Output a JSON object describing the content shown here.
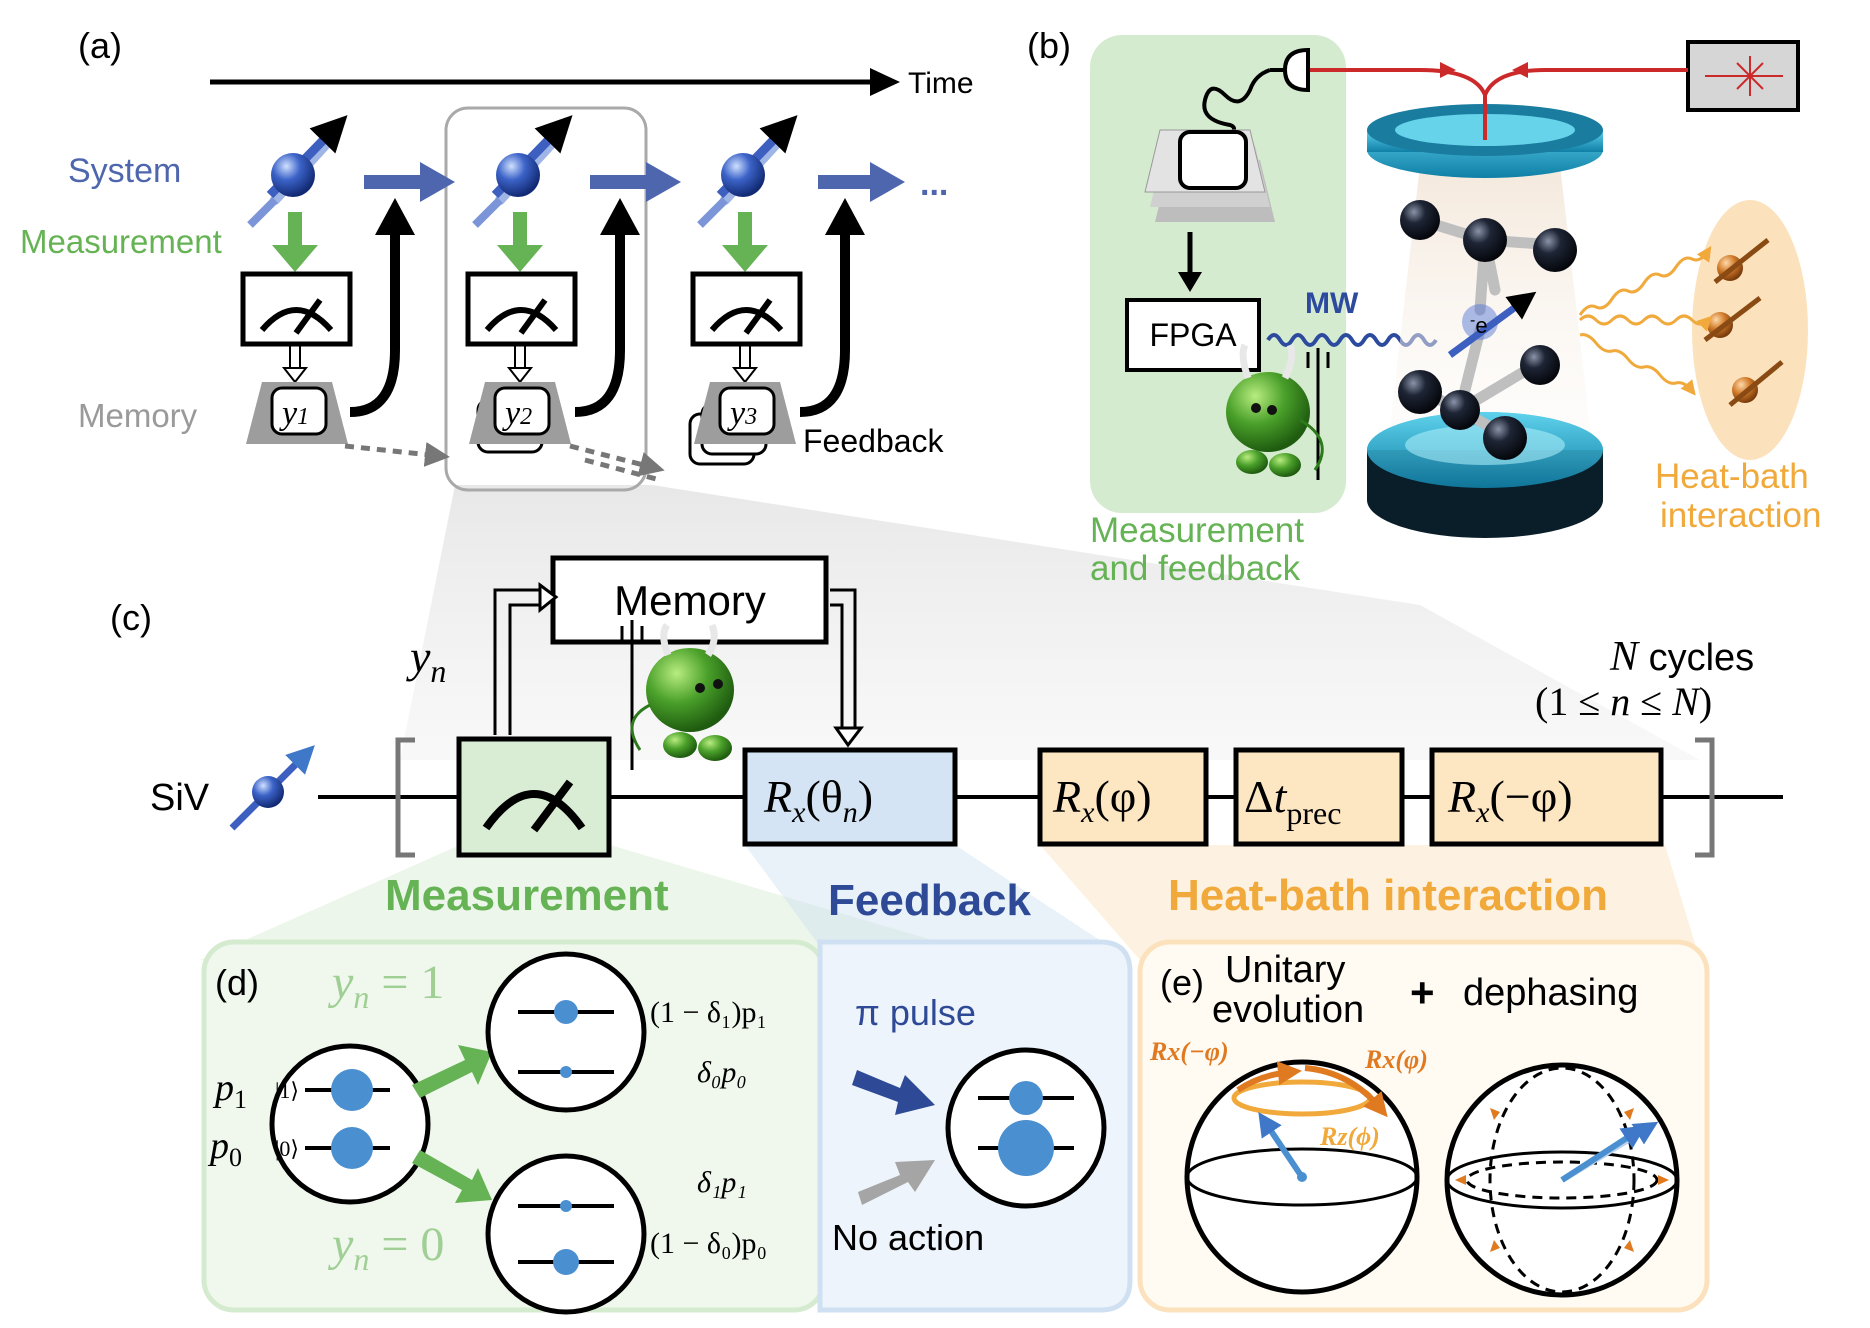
{
  "colors": {
    "blue": "#4e66ad",
    "green": "#66b355",
    "orange": "#f0a93a",
    "gray": "#9a9a9a",
    "red": "#cc2a2a",
    "bubble_blue": "#4a8fd0"
  },
  "panel_a": {
    "tag": "(a)",
    "time_label": "Time",
    "system_label": "System",
    "measurement_label": "Measurement",
    "memory_label": "Memory",
    "feedback_label": "Feedback",
    "ellipsis": "...",
    "y_sub": [
      "1",
      "2",
      "3"
    ]
  },
  "panel_b": {
    "tag": "(b)",
    "fpga_label": "FPGA",
    "mw_label": "MW",
    "electron_label": "e",
    "electron_sup": "-",
    "meas_fb_line1": "Measurement",
    "meas_fb_line2": "and feedback",
    "heatbath_line1": "Heat-bath",
    "heatbath_line2": "interaction"
  },
  "panel_c": {
    "tag": "(c)",
    "memory_box": "Memory",
    "yn_var": "y",
    "yn_sub": "n",
    "siv_label": "SiV",
    "rx_theta": {
      "R": "R",
      "sub": "x",
      "arg": "(θ",
      "arg_sub": "n",
      "close": ")"
    },
    "rx_phi": {
      "R": "R",
      "sub": "x",
      "arg": "(φ)"
    },
    "dt": {
      "delta": "Δ",
      "t": "t",
      "sub": "prec"
    },
    "rx_mphi": {
      "R": "R",
      "sub": "x",
      "arg": "(−φ)"
    },
    "n_cycles_var": "N",
    "n_cycles_word": " cycles",
    "range_open": "(1 ≤ ",
    "range_n": "n",
    "range_le": " ≤ ",
    "range_N": "N",
    "range_close": ")",
    "measurement_header": "Measurement",
    "feedback_header": "Feedback",
    "heatbath_header": "Heat-bath interaction"
  },
  "panel_d": {
    "tag": "(d)",
    "yn1_var": "y",
    "yn1_sub": "n",
    "yn1_eq": " = 1",
    "yn0_var": "y",
    "yn0_sub": "n",
    "yn0_eq": " = 0",
    "p1": "p",
    "p1_sub": "1",
    "p0": "p",
    "p0_sub": "0",
    "ket1": "|1⟩",
    "ket0": "|0⟩",
    "top_upper_label": "(1 − δ₁)p₁",
    "top_lower_label": "δ₀p₀",
    "bot_upper_label": "δ₁p₁",
    "bot_lower_label": "(1 − δ₀)p₀",
    "pi_pulse": "π pulse",
    "no_action": "No action"
  },
  "panel_e": {
    "tag": "(e)",
    "unitary_line1": "Unitary",
    "unitary_line2": "evolution",
    "plus": "+",
    "dephasing": "dephasing",
    "rx_mphi": "Rx(−φ)",
    "rx_phi": "Rx(φ)",
    "rz_phi": "Rz(ϕ)"
  }
}
